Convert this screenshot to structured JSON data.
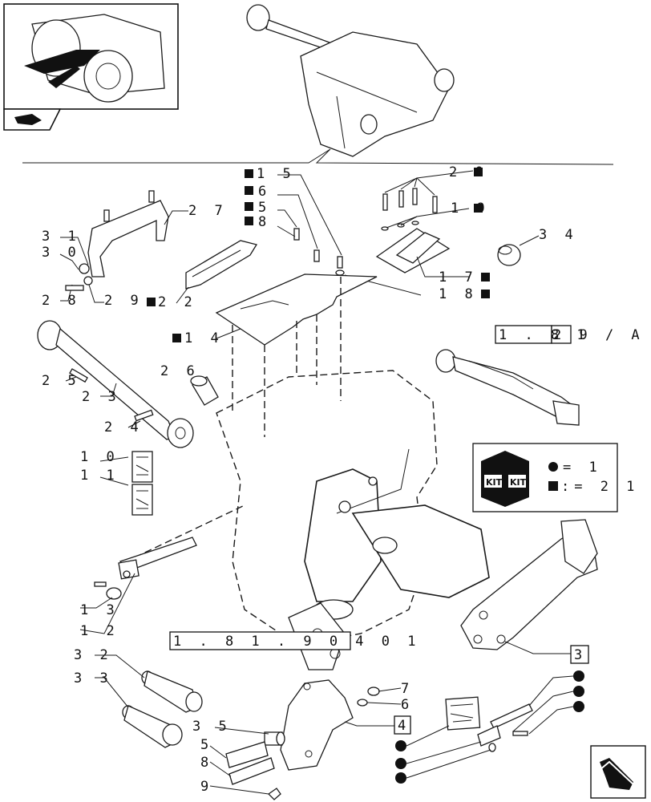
{
  "callouts": {
    "c15a": "1 5",
    "c16": "6",
    "c15b": "5",
    "c18": "8",
    "c20": "2 0",
    "c19": "1 9",
    "c34": "3 4",
    "c17": "1 7",
    "c18b": "1 8",
    "c27": "2 7",
    "c31": "3 1",
    "c30": "3 0",
    "c28": "2 8",
    "c29": "2 9",
    "c22": "2 2",
    "c14": "1 4",
    "c25": "2 5",
    "c23": "2 3",
    "c24": "2 4",
    "c26": "2 6",
    "c10": "1 0",
    "c11": "1 1",
    "c13": "1 3",
    "c12": "1 2",
    "c32": "3 2",
    "c33": "3 3",
    "c35": "3 5",
    "c5": "5",
    "c8": "8",
    "c9": "9",
    "c7": "7",
    "c6": "6",
    "c3": "3",
    "c4": "4"
  },
  "references": {
    "ref_top": [
      "1 . 8 1",
      "2 9 / A"
    ],
    "ref_bottom": "1 . 8 1 . 9 0 4 0 1"
  },
  "kit_legend": {
    "kit_text": "KIT",
    "dot_entry": "= 1",
    "square_entry": ":= 2 1"
  },
  "colors": {
    "ink": "#1a1a1a",
    "paper": "#ffffff"
  },
  "icons": [
    "tractor-thumbnail",
    "kit-box-icon",
    "next-page-arrow-icon",
    "category-icon"
  ]
}
